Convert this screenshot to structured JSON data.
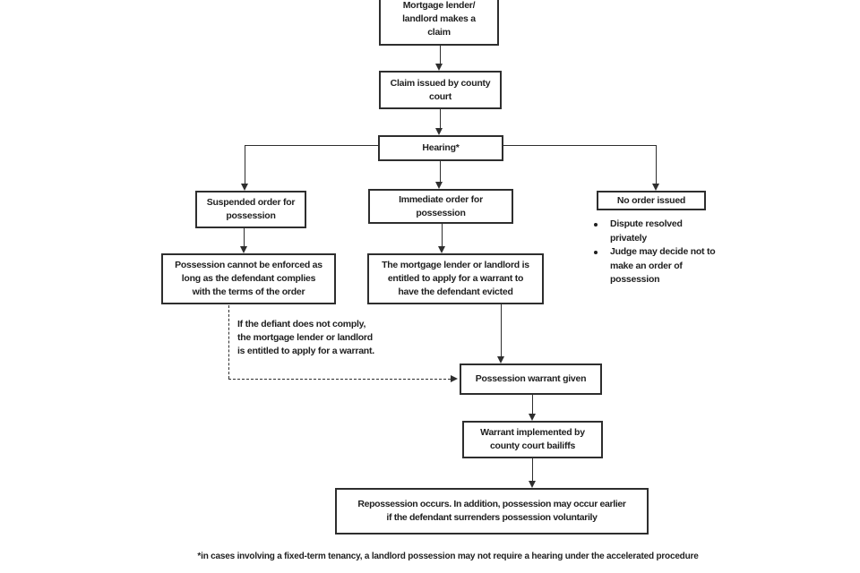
{
  "flowchart": {
    "nodes": {
      "mortgage_claim": "Mortgage lender/\nlandlord makes a\nclaim",
      "claim_issued": "Claim issued by county\ncourt",
      "hearing": "Hearing*",
      "suspended_order": "Suspended order for\npossession",
      "immediate_order": "Immediate order for\npossession",
      "no_order": "No order issued",
      "possession_not_enforced": "Possession cannot be enforced as\nlong as the defendant complies\nwith the terms of the order",
      "apply_for_warrant": "The mortgage lender or landlord is\nentitled to apply for a warrant to\nhave the defendant evicted",
      "warrant_given": "Possession warrant given",
      "warrant_implemented": "Warrant implemented by\ncounty court bailiffs",
      "repossession": "Repossession occurs. In addition, possession may occur earlier\nif the defendant surrenders possession voluntarily"
    },
    "no_order_bullets": [
      "Dispute resolved\nprivately",
      "Judge may decide not to\nmake an order of\npossession"
    ],
    "dashed_note": "If the defiant does not comply,\nthe mortgage lender or landlord\nis entitled to apply for a warrant.",
    "footnote": "*in cases involving a fixed-term tenancy, a landlord possession may not require a hearing under the accelerated procedure",
    "colors": {
      "line": "#2e2e2e",
      "text": "#1f1f1f",
      "background": "#ffffff"
    }
  }
}
